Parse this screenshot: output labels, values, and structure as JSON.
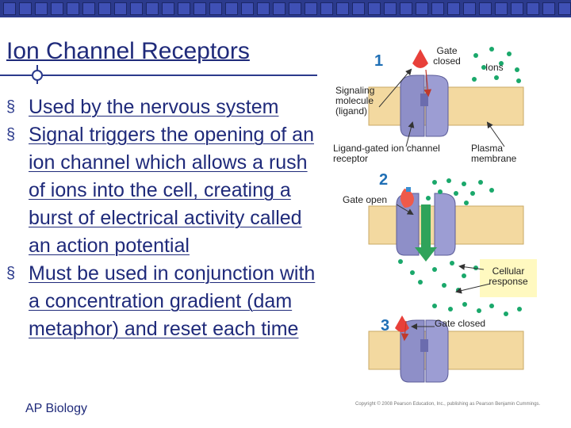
{
  "slide": {
    "title": "Ion Channel Receptors",
    "footer": "AP Biology",
    "bullets": [
      {
        "level": 1,
        "text": "Used by the nervous system"
      },
      {
        "level": 1,
        "text": "Signal triggers the opening of an ion channel which allows a rush of ions into the cell, creating a burst of electrical activity called an action potential"
      },
      {
        "level": 1,
        "text": "Must be used in conjunction with a concentration gradient (dam metaphor) and reset each time"
      }
    ],
    "bullet_marker": "§"
  },
  "figure": {
    "step1_number": "1",
    "step2_number": "2",
    "step3_number": "3",
    "gate_closed_label": "Gate closed",
    "ions_label": "Ions",
    "signaling_molecule_label": "Signaling molecule (ligand)",
    "ligand_gated_label": "Ligand-gated ion channel receptor",
    "plasma_membrane_label": "Plasma membrane",
    "gate_open_label": "Gate open",
    "cellular_response_label": "Cellular response",
    "gate_closed_label_3": "Gate closed",
    "copyright": "Copyright © 2008 Pearson Education, Inc., publishing as Pearson Benjamin Cummings.",
    "colors": {
      "membrane": "#f3d9a0",
      "channel": "#8e8fc8",
      "ligand": "#e8403a",
      "ion": "#1aa86b",
      "arrow": "#2fa35a",
      "response_box": "#fff9c0"
    }
  }
}
